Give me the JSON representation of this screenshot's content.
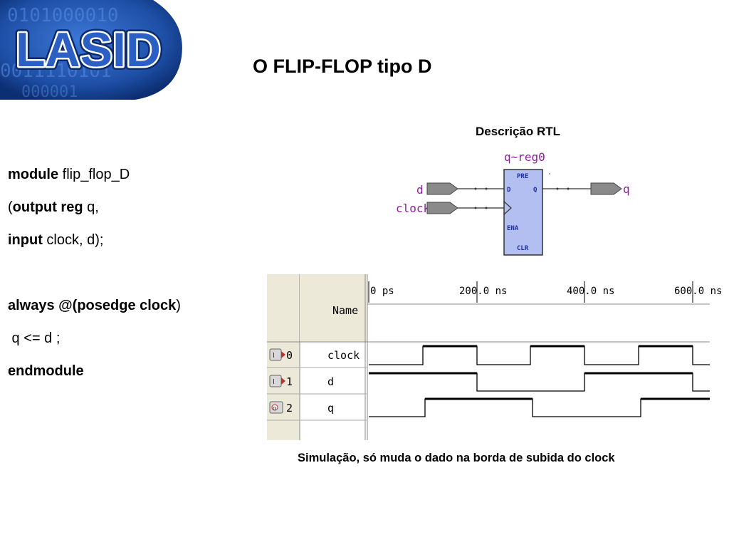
{
  "logo": {
    "text": "LASID",
    "bits": [
      "0101000010",
      "0011110101",
      "000001"
    ]
  },
  "slide": {
    "title": "O FLIP-FLOP tipo D",
    "rtl_caption": "Descrição RTL",
    "sim_caption": "Simulação, só muda o dado na borda de subida do clock"
  },
  "code": {
    "l1_kw": "module",
    "l1_rest": " flip_flop_D",
    "l2_open": "(",
    "l2_kw": "output reg",
    "l2_rest": " q,",
    "l3_kw": "input",
    "l3_rest": " clock, d);",
    "l4_kw": "always @(posedge clock",
    "l4_rest": ")",
    "l5": " q <= d ;",
    "l6_kw": "endmodule"
  },
  "rtl": {
    "reg_name": "q~reg0",
    "in_d": "d",
    "in_clock": "clock",
    "out_q": "q",
    "pin_pre": "PRE",
    "pin_d": "D",
    "pin_q": "Q",
    "pin_ena": "ENA",
    "pin_clr": "CLR"
  },
  "waveform": {
    "name_header": "Name",
    "time_labels": [
      "0 ps",
      "200.0 ns",
      "400.0 ns",
      "600.0 ns"
    ],
    "signals": [
      {
        "index": "0",
        "name": "clock"
      },
      {
        "index": "1",
        "name": "d"
      },
      {
        "index": "2",
        "name": "q"
      }
    ]
  },
  "colors": {
    "logo_blue": "#1e4fa6",
    "rtl_purple": "#8e1f9b",
    "block_fill": "#b3bff0",
    "block_text": "#1c2f9e"
  }
}
